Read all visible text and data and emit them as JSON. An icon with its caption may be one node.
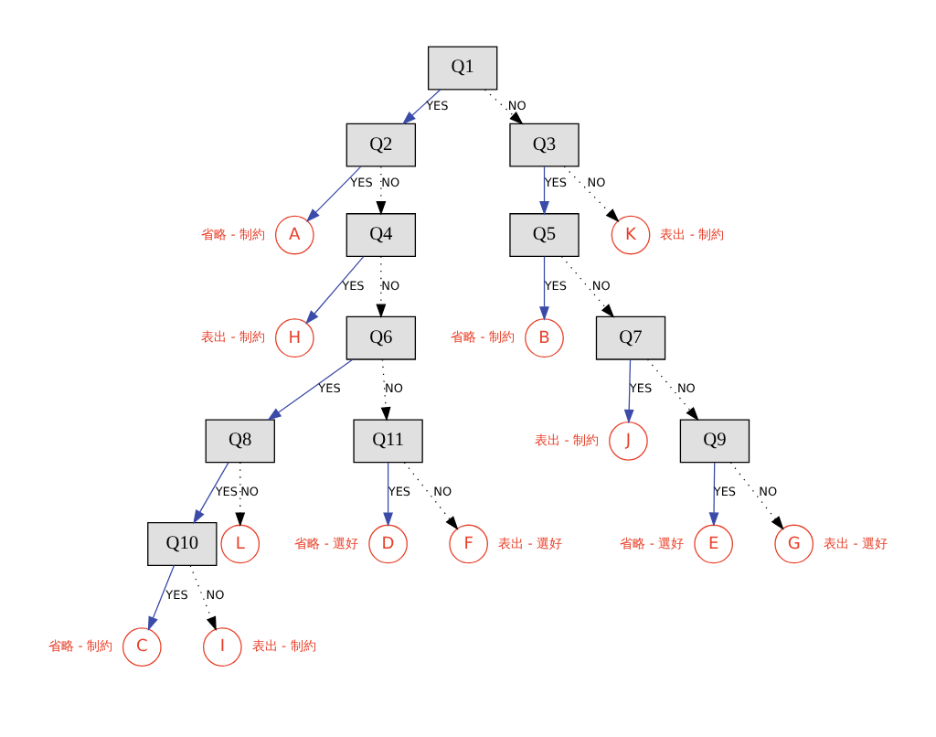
{
  "diagram": {
    "nodes": [
      {
        "text": [
          "Q1"
        ]
      },
      {
        "text": [
          "Q2"
        ]
      },
      {
        "text": [
          "Q3"
        ]
      },
      {
        "text": [
          "A"
        ],
        "beside": [
          "省略 - 制約"
        ]
      },
      {
        "text": [
          "Q4"
        ]
      },
      {
        "text": [
          "Q5"
        ]
      },
      {
        "text": [
          "K"
        ],
        "beside": [
          "表出 - 制約"
        ]
      },
      {
        "text": [
          "H"
        ],
        "beside": [
          "表出 - 制約"
        ]
      },
      {
        "text": [
          "B"
        ],
        "beside": [
          "省略 - 制約"
        ]
      },
      {
        "text": [
          "Q7"
        ]
      },
      {
        "text": [
          "Q6"
        ]
      },
      {
        "text": [
          "J"
        ],
        "beside": [
          "表出 - 制約"
        ]
      },
      {
        "text": [
          "Q9"
        ]
      },
      {
        "text": [
          "Q8"
        ]
      },
      {
        "text": [
          "E"
        ],
        "beside": [
          "省略 - 選好"
        ]
      },
      {
        "text": [
          "G"
        ],
        "beside": [
          "表出 - 選好"
        ]
      },
      {
        "text": [
          "Q10"
        ]
      },
      {
        "text": [
          "Q11"
        ]
      },
      {
        "text": [
          "C"
        ],
        "beside": [
          "省略 - 制約"
        ]
      },
      {
        "text": [
          "I"
        ],
        "beside": [
          "表出 - 制約"
        ]
      },
      {
        "text": [
          "L"
        ]
      },
      {
        "text": [
          "D"
        ],
        "beside": [
          "省略 - 選好"
        ]
      },
      {
        "text": [
          "F"
        ],
        "beside": [
          "表出 - 選好"
        ]
      }
    ],
    "edges": [
      {
        "from": 0,
        "to": 1,
        "arrow": "to",
        "label": "YES",
        "color": "#3b4ba8"
      },
      {
        "from": 0,
        "to": 2,
        "arrow": "to",
        "label": "NO",
        "style": "dashed",
        "color": "#000000"
      },
      {
        "from": 1,
        "to": 3,
        "arrow": "to",
        "label": "YES",
        "color": "#3b4ba8"
      },
      {
        "from": 1,
        "to": 4,
        "arrow": "to",
        "label": "NO",
        "style": "dashed",
        "color": "#000000"
      },
      {
        "from": 2,
        "to": 5,
        "arrow": "to",
        "label": "YES",
        "color": "#3b4ba8"
      },
      {
        "from": 2,
        "to": 6,
        "arrow": "to",
        "label": "NO",
        "style": "dashed",
        "color": "#000000"
      },
      {
        "from": 4,
        "to": 7,
        "arrow": "to",
        "label": "YES",
        "color": "#3b4ba8"
      },
      {
        "from": 4,
        "to": 10,
        "arrow": "to",
        "label": "NO",
        "style": "dashed",
        "color": "#000000"
      },
      {
        "from": 5,
        "to": 8,
        "arrow": "to",
        "label": "YES",
        "color": "#3b4ba8"
      },
      {
        "from": 5,
        "to": 9,
        "arrow": "to",
        "label": "NO",
        "style": "dashed",
        "color": "#000000"
      },
      {
        "from": 9,
        "to": 11,
        "arrow": "to",
        "label": "YES",
        "color": "#3b4ba8"
      },
      {
        "from": 9,
        "to": 12,
        "arrow": "to",
        "label": "NO",
        "style": "dashed",
        "color": "#000000"
      },
      {
        "from": 10,
        "to": 13,
        "arrow": "to",
        "label": "YES",
        "color": "#3b4ba8"
      },
      {
        "from": 10,
        "to": 17,
        "arrow": "to",
        "label": "NO",
        "style": "dashed",
        "color": "#000000"
      },
      {
        "from": 12,
        "to": 14,
        "arrow": "to",
        "label": "YES",
        "color": "#3b4ba8"
      },
      {
        "from": 12,
        "to": 15,
        "arrow": "to",
        "label": "NO",
        "style": "dashed",
        "color": "#000000"
      },
      {
        "from": 13,
        "to": 16,
        "arrow": "to",
        "label": "YES",
        "color": "#3b4ba8"
      },
      {
        "from": 13,
        "to": 20,
        "arrow": "to",
        "label": "NO",
        "style": "dashed",
        "color": "#000000"
      },
      {
        "from": 16,
        "to": 18,
        "arrow": "to",
        "label": "YES",
        "color": "#3b4ba8"
      },
      {
        "from": 16,
        "to": 19,
        "arrow": "to",
        "label": "NO",
        "style": "dashed",
        "color": "#000000"
      },
      {
        "from": 17,
        "to": 21,
        "arrow": "to",
        "label": "YES",
        "color": "#3b4ba8"
      },
      {
        "from": 17,
        "to": 22,
        "arrow": "to",
        "label": "NO",
        "style": "dashed",
        "color": "#000000"
      }
    ]
  }
}
